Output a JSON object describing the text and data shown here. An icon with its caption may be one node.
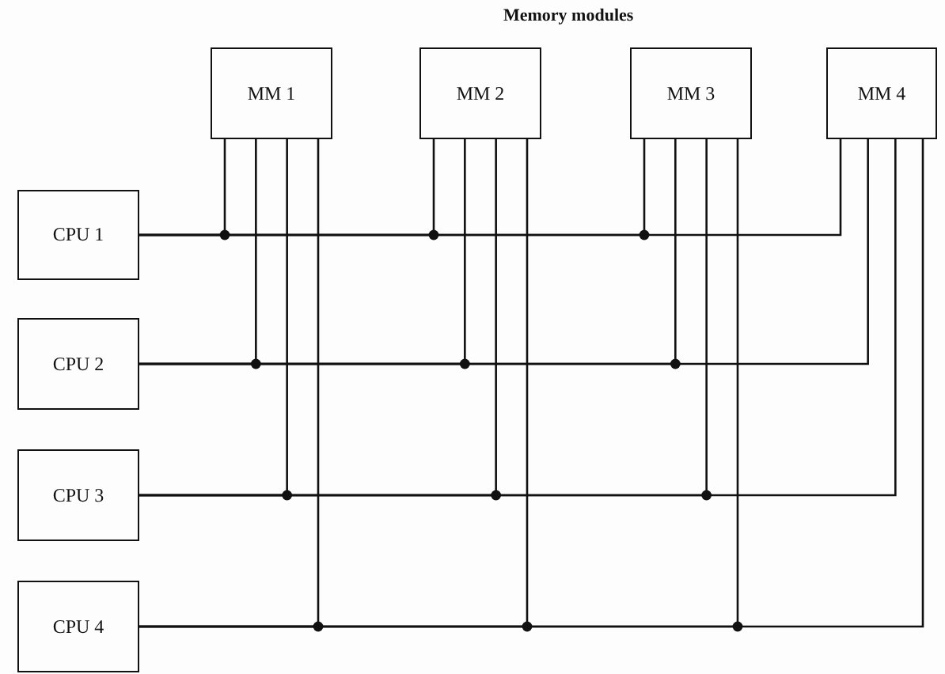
{
  "diagram": {
    "nodes": [
      {
        "text": [
          "MM 1"
        ]
      },
      {
        "text": [
          "MM 2"
        ]
      },
      {
        "text": [
          "MM 3"
        ]
      },
      {
        "text": [
          "MM 4"
        ]
      },
      {
        "text": [
          "CPU 1"
        ]
      },
      {
        "text": [
          "CPU 2"
        ]
      },
      {
        "text": [
          "CPU 3"
        ]
      },
      {
        "text": [
          "CPU 4"
        ]
      }
    ],
    "edges": [
      {
        "from": 4,
        "to": 0,
        "arrow": "none"
      },
      {
        "from": 4,
        "to": 1,
        "arrow": "none"
      },
      {
        "from": 4,
        "to": 2,
        "arrow": "none"
      },
      {
        "from": 4,
        "to": 3,
        "arrow": "none"
      },
      {
        "from": 5,
        "to": 0,
        "arrow": "none"
      },
      {
        "from": 5,
        "to": 1,
        "arrow": "none"
      },
      {
        "from": 5,
        "to": 2,
        "arrow": "none"
      },
      {
        "from": 5,
        "to": 3,
        "arrow": "none"
      },
      {
        "from": 6,
        "to": 0,
        "arrow": "none"
      },
      {
        "from": 6,
        "to": 1,
        "arrow": "none"
      },
      {
        "from": 6,
        "to": 2,
        "arrow": "none"
      },
      {
        "from": 6,
        "to": 3,
        "arrow": "none"
      },
      {
        "from": 7,
        "to": 0,
        "arrow": "none"
      },
      {
        "from": 7,
        "to": 1,
        "arrow": "none"
      },
      {
        "from": 7,
        "to": 2,
        "arrow": "none"
      },
      {
        "from": 7,
        "to": 3,
        "arrow": "none"
      }
    ],
    "labels": [
      "Memory modules"
    ]
  }
}
